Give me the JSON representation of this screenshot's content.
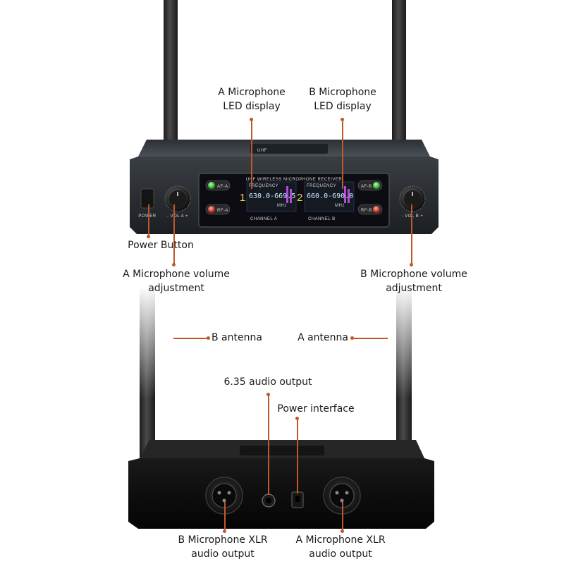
{
  "callouts": {
    "a_led": [
      "A Microphone",
      "LED display"
    ],
    "b_led": [
      "B Microphone",
      "LED display"
    ],
    "power_button": "Power Button",
    "a_volume": [
      "A Microphone volume",
      "adjustment"
    ],
    "b_volume": [
      "B Microphone volume",
      "adjustment"
    ],
    "b_antenna": "B antenna",
    "a_antenna": "A antenna",
    "audio_635": "6.35 audio output",
    "power_interface": "Power interface",
    "b_xlr": [
      "B Microphone XLR",
      "audio output"
    ],
    "a_xlr": [
      "A Microphone XLR",
      "audio output"
    ]
  },
  "panel": {
    "title": "UHF WIRELESS MICROPHONE RECEIVER",
    "top_logo": "UHF",
    "btn_af_a": "AF-A",
    "btn_rf_a": "RF-A",
    "btn_af_b": "AF-B",
    "btn_rf_b": "RF-B",
    "power": "POWER",
    "vol_a": "- VOL A +",
    "vol_b": "- VOL B +",
    "ch_a_num": "1",
    "ch_b_num": "2",
    "ch_a_label": "CHANNEL A",
    "ch_b_label": "CHANNEL B",
    "freq_label": "FREQUENCY",
    "freq_a": "630.0-669.5",
    "freq_b": "660.0-690.0",
    "unit": "MHz"
  },
  "colors": {
    "accent": "#c0582a",
    "device": "#262a2e",
    "led_green": "#2fd62f",
    "led_red": "#e0281e",
    "display_bg": "#0c0c12",
    "display_text": "#cfe9ff",
    "ch_num": "#e2d84a"
  }
}
